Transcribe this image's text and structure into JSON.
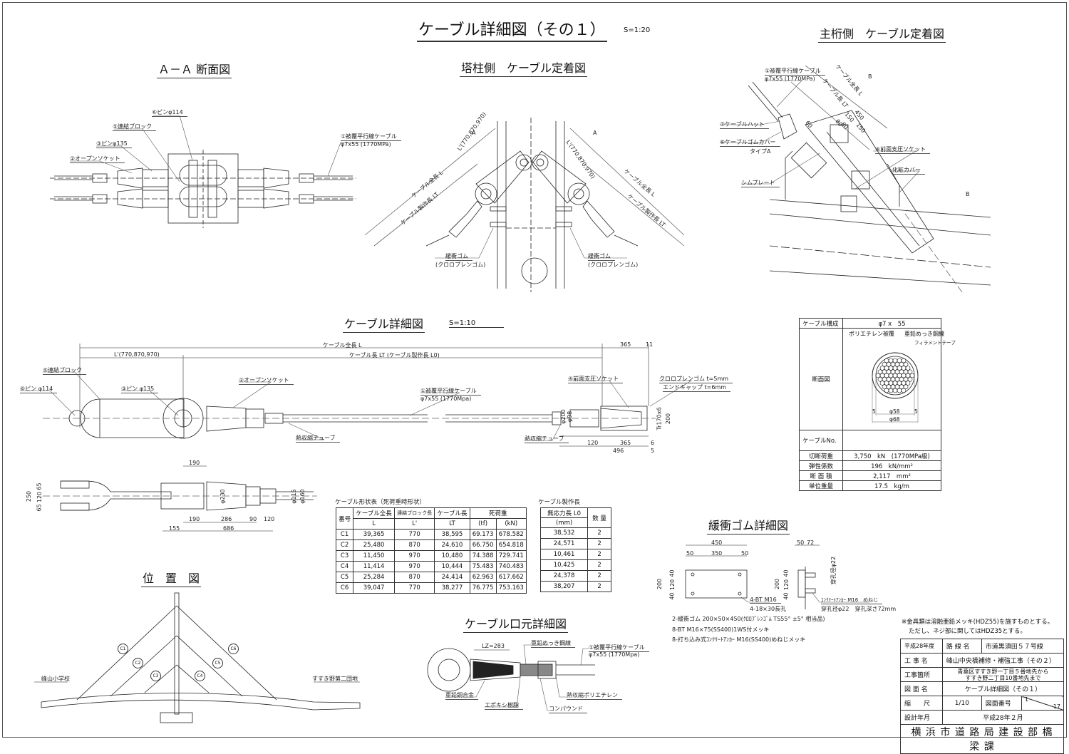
{
  "sheet": {
    "title": "ケーブル詳細図（その１）",
    "title_scale": "S=1:20"
  },
  "aa_section": {
    "title": "Ａ－Ａ 断面図",
    "labels": {
      "pin114": "⑥ピンφ114",
      "block": "⑤連結ブロック",
      "pin135": "③ピンφ135",
      "open_socket": "②オープンソケット",
      "cable": "①被覆平行線ケーブル",
      "cable_spec": "φ7x55 (1770MPa)"
    }
  },
  "tower_anchor": {
    "title": "塔柱側　ケーブル定着図",
    "section_mark": "A",
    "labels": {
      "lprime": "L'(770,870,970)",
      "total_length": "ケーブル全長 L",
      "fab_length": "ケーブル製作長 LT",
      "rubber": "緩衝ゴム",
      "rubber_sub": "(クロロプレンゴム)"
    }
  },
  "girder_anchor": {
    "title": "主桁側　ケーブル定着図",
    "section_mark": "B",
    "labels": {
      "cable": "①被覆平行線ケーブル",
      "cable_spec": "φ7x55 (1770MPa)",
      "total_length": "ケーブル全長 L",
      "cable_length": "ケーブル長 LT",
      "hat": "⑦ケーブルハット",
      "rubber_cover": "⑧ケーブルゴムカバー",
      "rubber_cover_type": "タイプA",
      "front_socket": "④前面支圧ソケット",
      "shim": "シムプレート",
      "cover": "化粧カバー"
    },
    "dims": [
      "450",
      "150",
      "150",
      "80",
      "80",
      "60"
    ]
  },
  "cable_detail": {
    "title": "ケーブル詳細図",
    "scale": "S=1:10",
    "labels": {
      "total_length": "ケーブル全長 L",
      "cable_length": "ケーブル長 LT (ケーブル製作長 L0)",
      "lprime": "L'(770,870,970)",
      "block": "⑤連結ブロック",
      "pin114": "⑥ピン φ114",
      "pin135": "③ピン φ135",
      "open_socket": "②オープンソケット",
      "cable": "①被覆平行線ケーブル",
      "cable_spec": "φ7x55 (1770Mpa)",
      "heat_tube": "熱収縮チューブ",
      "heat_tube2": "熱収縮チューブ",
      "front_socket": "④前面支圧ソケット",
      "chloroprene": "クロロプレンゴム t=5mm",
      "end_cap": "エンドキャップ t=6mm"
    },
    "dims": {
      "d365_top": "365",
      "d11": "11",
      "d200": "φ200",
      "d98": "φ98",
      "d120": "120",
      "d365": "365",
      "d496": "496",
      "d6": "6",
      "d5": "5",
      "d200v": "200",
      "thread": "Tr170x6"
    }
  },
  "plan_view": {
    "dims": {
      "d190_top": "190",
      "d250": "250",
      "d65a": "65",
      "d120v": "120",
      "d65b": "65",
      "d230": "φ230",
      "d115": "φ115",
      "d160": "φ160",
      "d190": "190",
      "d286": "286",
      "d90": "90",
      "d120": "120",
      "d155": "155",
      "d686": "686"
    }
  },
  "shape_table": {
    "caption": "ケーブル形状表（死荷重時形状）",
    "headers": {
      "no": "番号",
      "total": "ケーブル全長",
      "block": "連結ブロック長",
      "length": "ケーブル長",
      "dead_load": "死荷重",
      "L": "L",
      "Lp": "L'",
      "LT": "LT",
      "tf": "(tf)",
      "kN": "(kN)"
    },
    "rows": [
      {
        "no": "C1",
        "L": "39,365",
        "Lp": "770",
        "LT": "38,595",
        "tf": "69.173",
        "kN": "678.582"
      },
      {
        "no": "C2",
        "L": "25,480",
        "Lp": "870",
        "LT": "24,610",
        "tf": "66.750",
        "kN": "654.818"
      },
      {
        "no": "C3",
        "L": "11,450",
        "Lp": "970",
        "LT": "10,480",
        "tf": "74.388",
        "kN": "729.741"
      },
      {
        "no": "C4",
        "L": "11,414",
        "Lp": "970",
        "LT": "10,444",
        "tf": "75.483",
        "kN": "740.483"
      },
      {
        "no": "C5",
        "L": "25,284",
        "Lp": "870",
        "LT": "24,414",
        "tf": "62.963",
        "kN": "617.662"
      },
      {
        "no": "C6",
        "L": "39,047",
        "Lp": "770",
        "LT": "38,277",
        "tf": "76.775",
        "kN": "753.163"
      }
    ]
  },
  "fab_table": {
    "caption": "ケーブル製作長",
    "headers": {
      "l0": "無応力長 L0",
      "unit": "(mm)",
      "qty": "数 量"
    },
    "rows": [
      {
        "l0": "38,532",
        "qty": "2"
      },
      {
        "l0": "24,571",
        "qty": "2"
      },
      {
        "l0": "10,461",
        "qty": "2"
      },
      {
        "l0": "10,425",
        "qty": "2"
      },
      {
        "l0": "24,378",
        "qty": "2"
      },
      {
        "l0": "38,207",
        "qty": "2"
      }
    ]
  },
  "cable_spec": {
    "composition_label": "ケーブル構成",
    "composition_value": "φ7 x　55",
    "section_label": "断面図",
    "section_labels": {
      "pe": "ポリエチレン被覆",
      "zinc": "亜鉛めっき鋼線",
      "filament": "フィラメントテープ",
      "d58": "φ58",
      "d68": "φ68",
      "t5a": "5",
      "t5b": "5"
    },
    "cable_no_label": "ケーブルNo.",
    "rows": [
      {
        "label": "切断荷重",
        "value": "3,750　kN　(1770MPa級)"
      },
      {
        "label": "弾性係数",
        "value": "196　kN/mm²"
      },
      {
        "label": "断 面 積",
        "value": "2,117　mm²"
      },
      {
        "label": "単位重量",
        "value": "17.5　kg/m"
      }
    ]
  },
  "rubber_detail": {
    "title": "緩衝ゴム詳細図",
    "dims": {
      "d450": "450",
      "d50a": "50",
      "d350": "350",
      "d50b": "50",
      "d200": "200",
      "d40a": "40",
      "d120": "120",
      "d40b": "40",
      "s50": "50",
      "s72": "72",
      "s200": "200",
      "s40a": "40",
      "s120": "120",
      "s40b": "40"
    },
    "labels": {
      "bolt": "4-BT M16",
      "hole": "4-18×30長孔",
      "drill_dia": "穿孔径φ22",
      "anchor": "ｺﾝｸﾘｰﾄｱﾝｶｰ M16　めねじ",
      "drill": "穿孔径φ22　穿孔深さ72mm"
    },
    "notes": [
      "2-緩衝ゴム 200×50×450(ｸﾛﾛﾌﾟﾚﾝｺﾞﾑ TS55° ±5° 相当品)",
      "8-BT M16×75(SS400)1WS付メッキ",
      "8-打ち込み式ｺﾝｸﾘｰﾄｱﾝｶｰ M16(SS400)めねじメッキ"
    ]
  },
  "location": {
    "title": "位　置　図",
    "left_label": "峰山小学校",
    "right_label": "すすき野第二団地",
    "cables": [
      "C1",
      "C2",
      "C3",
      "C4",
      "C5",
      "C6"
    ]
  },
  "mouth_detail": {
    "title": "ケーブル口元詳細図",
    "labels": {
      "lz": "LZ=283",
      "zinc_wire": "亜鉛めっき鋼線",
      "cable": "①被覆平行線ケーブル",
      "cable_spec": "φ7x55 (1770Mpa)",
      "alloy": "亜鉛銅合金",
      "epoxy": "エポキシ樹脂",
      "pe": "熱収縮ポリエチレン",
      "compound": "コンパウンド"
    }
  },
  "general_note": [
    "※金具類は溶融亜鉛メッキ(HDZ55)を施すものとする。",
    "ただし、ネジ部に関してはHDZ35とする。"
  ],
  "title_block": {
    "year": "平成28年度",
    "route_label": "路 線 名",
    "route_value": "市道黒須田５７号線",
    "work_label": "工 事 名",
    "work_value": "峰山中央橋補修・補強工事（その２）",
    "place_label": "工事箇所",
    "place_value_1": "青葉区すすき野一丁目５番地先から",
    "place_value_2": "すすき野二丁目10番地先まで",
    "drawing_label": "図 面 名",
    "drawing_value": "ケーブル詳細図（その１）",
    "scale_label": "縮　　尺",
    "scale_value": "1/10",
    "number_label": "図面番号",
    "number_value": "1",
    "number_total": "17",
    "date_label": "設計年月",
    "date_value": "平成28年２月",
    "office": "横 浜 市 道 路 局 建 設 部 橋 梁 課"
  }
}
